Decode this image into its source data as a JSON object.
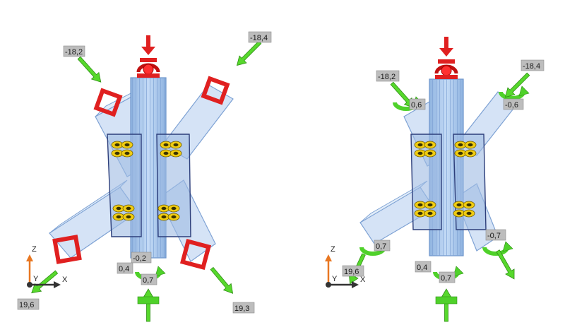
{
  "views": [
    {
      "id": "left-view",
      "labels": [
        "-18,2",
        "-18,4",
        "-0,2",
        "0,4",
        "0,7",
        "19,6",
        "19,3"
      ],
      "axes": {
        "z": "Z",
        "y": "Y",
        "x": "X"
      },
      "colors": {
        "column": "#a9c8ec",
        "brace": "#c7daf3",
        "plate": "#9fbbe3",
        "red_support": "#e02020",
        "green_arrow": "#4fd12a",
        "bolt": "#e8c40a"
      }
    },
    {
      "id": "right-view",
      "labels": [
        "-18,2",
        "-18,4",
        "0,6",
        "-0,6",
        "-0,7",
        "0,7",
        "19,6",
        "0,4",
        "0,7"
      ],
      "axes": {
        "z": "Z",
        "y": "Y",
        "x": "X"
      },
      "colors": {
        "column": "#a9c8ec",
        "brace": "#c7daf3",
        "plate": "#9fbbe3",
        "red_support": "#e02020",
        "green_arrow": "#4fd12a",
        "bolt": "#e8c40a"
      }
    }
  ],
  "icons": [
    "red-support-icon",
    "green-force-arrow-icon",
    "green-moment-icon",
    "bolt-icon",
    "axis-triad-icon"
  ]
}
